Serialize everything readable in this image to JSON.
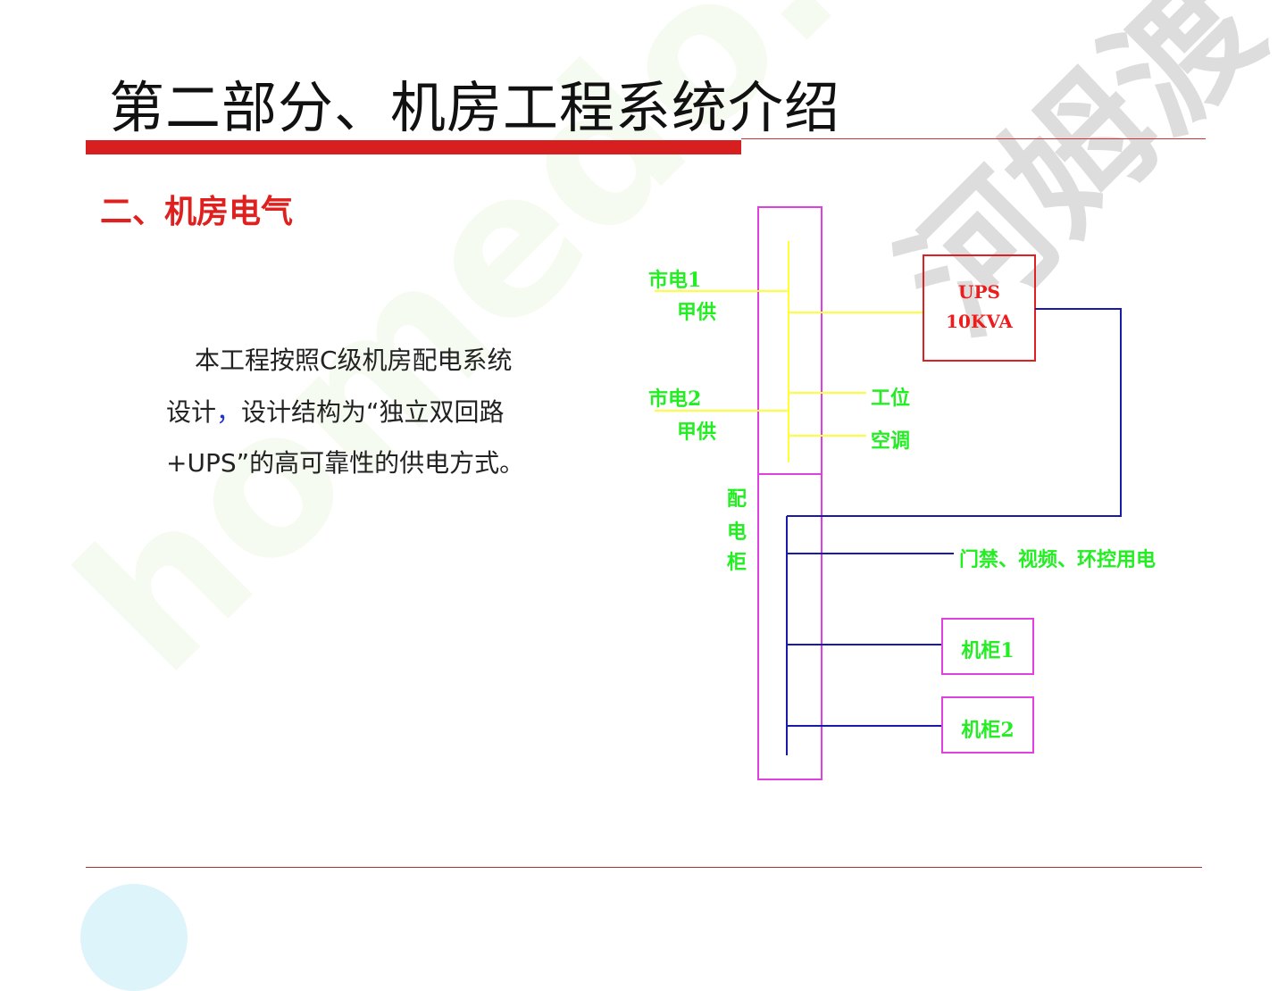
{
  "slide": {
    "title": "第二部分、机房工程系统介绍",
    "subtitle": "二、机房电气",
    "paragraph": {
      "line1": "本工程按照C级机房配电系统",
      "line2a": "设计",
      "line2comma": "，",
      "line2b": "设计结构为“独立双回路",
      "line3": "+UPS”的高可靠性的供电方式。"
    }
  },
  "diagram": {
    "source1": "市电1",
    "source1_sub": "甲供",
    "source2": "市电2",
    "source2_sub": "甲供",
    "out_workstation": "工位",
    "out_ac": "空调",
    "ups_name": "UPS",
    "ups_capacity": "10KVA",
    "cabinet_label": [
      "配",
      "电",
      "柜"
    ],
    "out_security": "门禁、视频、环控用电",
    "rack1": "机柜1",
    "rack2": "机柜2"
  },
  "watermark": {
    "text1": "homedo.com",
    "text2": "河姆渡"
  },
  "colors": {
    "title_bar": "#d71f1f",
    "subtitle": "#e0201e",
    "label_green": "#22ee22",
    "line_yellow": "#ffff33",
    "line_blue": "#1a1aaa",
    "box_magenta": "#e040e0",
    "ups_red": "#e02020"
  }
}
